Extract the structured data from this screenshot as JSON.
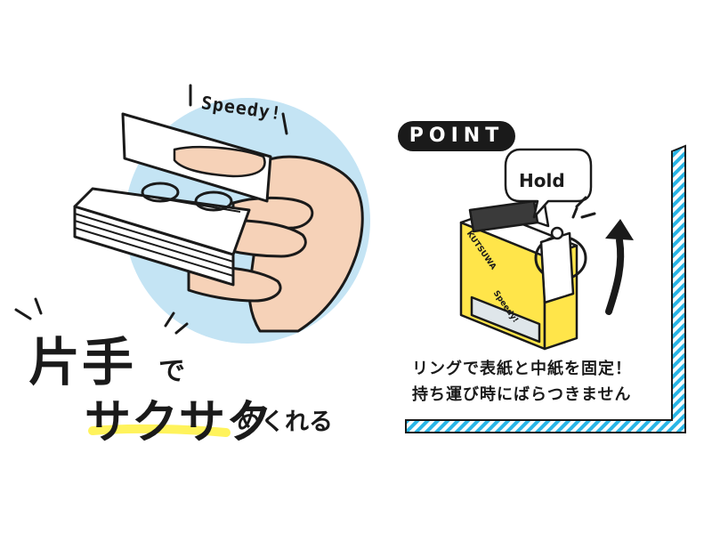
{
  "left_panel": {
    "speedy_label": "Speedy!",
    "headline_line1_kanji": "片手",
    "headline_line1_particle": "で",
    "headline_line2_emphasis": "サクサク",
    "headline_line2_tail": "めくれる"
  },
  "right_panel": {
    "point_label": "POINT",
    "hold_label": "Hold",
    "brand_text": "KUTSUWA",
    "cover_label": "Speedy!",
    "description_line1": "リングで表紙と中紙を固定！",
    "description_line2": "持ち運び時にばらつきません"
  },
  "colors": {
    "ink": "#1a1a1a",
    "sky_circle": "#c4e4f4",
    "skin": "#f6d2b8",
    "highlight_yellow": "#fff35c",
    "cyan_stripe": "#29b6e6",
    "card_yellow": "#ffe54a"
  }
}
